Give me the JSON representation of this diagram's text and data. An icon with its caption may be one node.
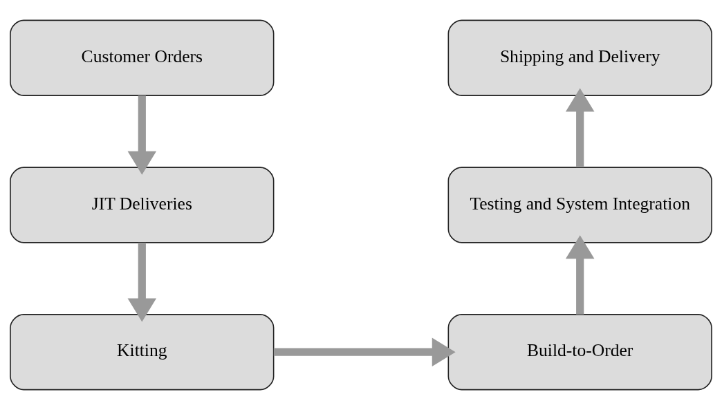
{
  "diagram": {
    "nodes": [
      {
        "text": [
          "Customer Orders"
        ]
      },
      {
        "text": [
          "JIT Deliveries"
        ]
      },
      {
        "text": [
          "Kitting"
        ]
      },
      {
        "text": [
          "Build-to-Order"
        ]
      },
      {
        "text": [
          "Testing and System Integration"
        ]
      },
      {
        "text": [
          "Shipping and Delivery"
        ]
      }
    ],
    "edges": [
      {
        "from": 0,
        "to": 1,
        "arrow": "to"
      },
      {
        "from": 1,
        "to": 2,
        "arrow": "to"
      },
      {
        "from": 2,
        "to": 3,
        "arrow": "to"
      },
      {
        "from": 3,
        "to": 4,
        "arrow": "to"
      },
      {
        "from": 4,
        "to": 5,
        "arrow": "to"
      }
    ]
  }
}
